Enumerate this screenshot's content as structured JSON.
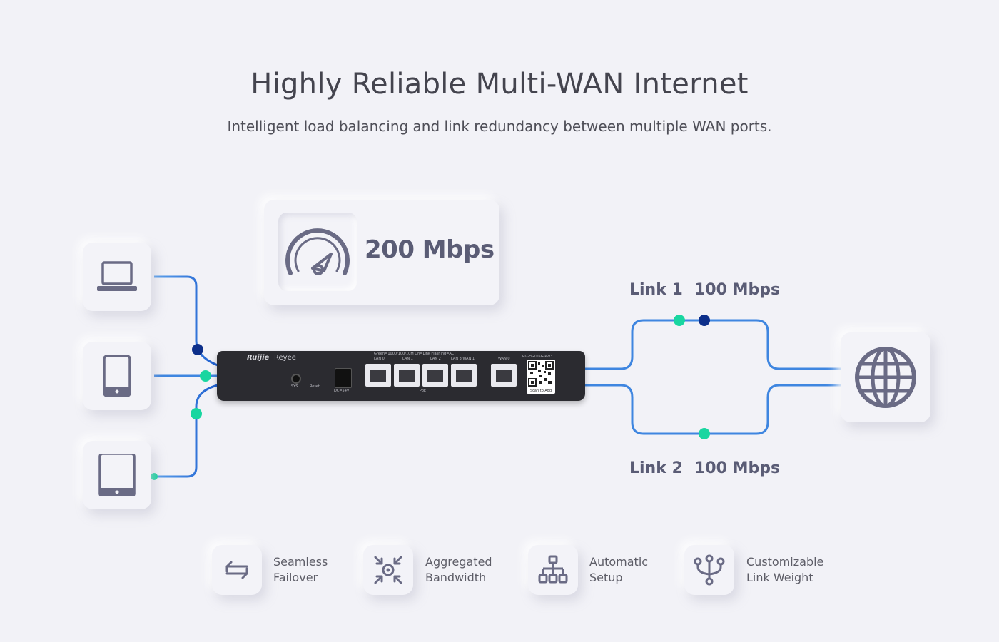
{
  "title": "Highly Reliable Multi-WAN Internet",
  "subtitle": "Intelligent load balancing and link redundancy between multiple WAN ports.",
  "speed": {
    "total": "200 Mbps",
    "icon": "speedometer-icon"
  },
  "links": [
    {
      "name": "Link 1",
      "speed": "100 Mbps"
    },
    {
      "name": "Link 2",
      "speed": "100 Mbps"
    }
  ],
  "devices": [
    {
      "icon": "laptop-icon"
    },
    {
      "icon": "smartphone-icon"
    },
    {
      "icon": "tablet-icon"
    }
  ],
  "internet": {
    "icon": "globe-icon"
  },
  "router": {
    "brand": "Ruijie",
    "sub_brand": "Reyee",
    "model": "RG-EG105G-P-V3",
    "legend": "Green=1000/100/10M  On=Link  Flashing=ACT",
    "ports": [
      "LAN 0",
      "LAN 1",
      "LAN 2",
      "LAN 3/WAN 1",
      "WAN 0"
    ],
    "poe": "PoE",
    "sys": "SYS",
    "reset": "Reset",
    "power": "DC=54V",
    "qr_caption": "Scan to Add"
  },
  "features": [
    {
      "line1": "Seamless",
      "line2": "Failover",
      "icon": "failover-arrows-icon"
    },
    {
      "line1": "Aggregated",
      "line2": "Bandwidth",
      "icon": "aggregate-arrows-icon"
    },
    {
      "line1": "Automatic",
      "line2": "Setup",
      "icon": "network-tree-icon"
    },
    {
      "line1": "Customizable",
      "line2": "Link Weight",
      "icon": "trident-fork-icon"
    }
  ],
  "colors": {
    "line_light": "#4a90e2",
    "line_dark": "#1f5fcf",
    "dot_green": "#19d6a0",
    "dot_navy": "#0d2f8a",
    "icon": "#6a6b85"
  }
}
